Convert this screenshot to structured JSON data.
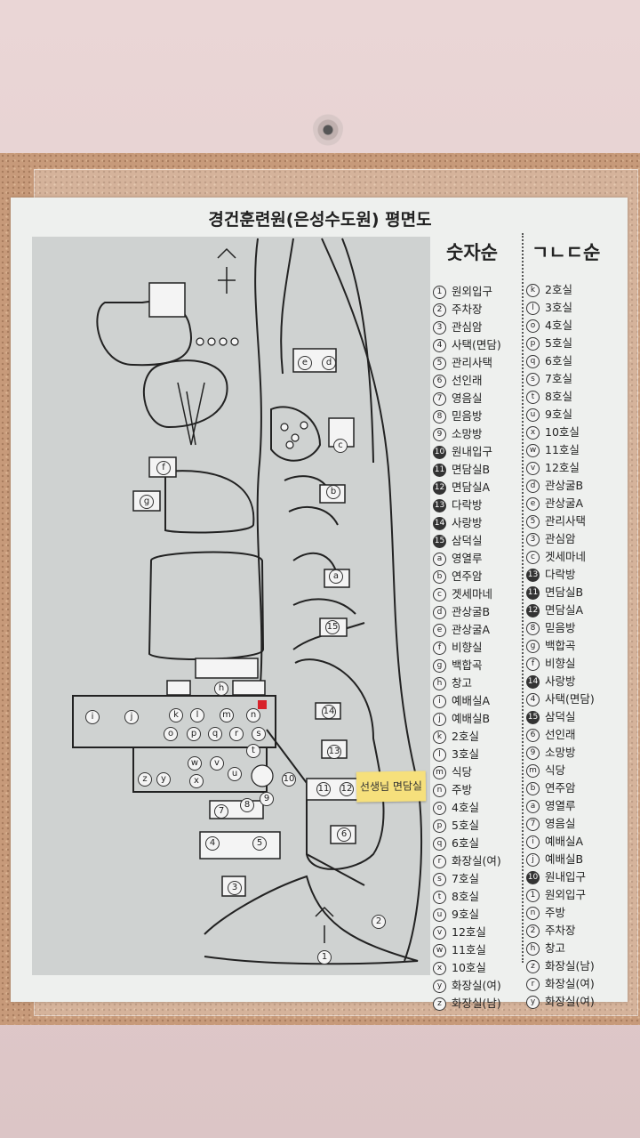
{
  "title": "경건훈련원(은성수도원) 평면도",
  "headers": {
    "numeric": "숫자순",
    "alphabetic": "ㄱㄴㄷ순"
  },
  "sticky_note": "선생님 면담실",
  "numeric_list": [
    {
      "key": "1",
      "label": "원외입구"
    },
    {
      "key": "2",
      "label": "주차장"
    },
    {
      "key": "3",
      "label": "관심암"
    },
    {
      "key": "4",
      "label": "사택(면담)"
    },
    {
      "key": "5",
      "label": "관리사택"
    },
    {
      "key": "6",
      "label": "선인래"
    },
    {
      "key": "7",
      "label": "영음실"
    },
    {
      "key": "8",
      "label": "믿음방"
    },
    {
      "key": "9",
      "label": "소망방"
    },
    {
      "key": "10",
      "label": "원내입구"
    },
    {
      "key": "11",
      "label": "면담실B"
    },
    {
      "key": "12",
      "label": "면담실A"
    },
    {
      "key": "13",
      "label": "다락방"
    },
    {
      "key": "14",
      "label": "사랑방"
    },
    {
      "key": "15",
      "label": "삼덕실"
    },
    {
      "key": "a",
      "label": "영열루"
    },
    {
      "key": "b",
      "label": "연주암"
    },
    {
      "key": "c",
      "label": "겟세마네"
    },
    {
      "key": "d",
      "label": "관상굴B"
    },
    {
      "key": "e",
      "label": "관상굴A"
    },
    {
      "key": "f",
      "label": "비향실"
    },
    {
      "key": "g",
      "label": "백합곡"
    },
    {
      "key": "h",
      "label": "창고"
    },
    {
      "key": "i",
      "label": "예배실A"
    },
    {
      "key": "j",
      "label": "예배실B"
    },
    {
      "key": "k",
      "label": "2호실"
    },
    {
      "key": "l",
      "label": "3호실"
    },
    {
      "key": "m",
      "label": "식당"
    },
    {
      "key": "n",
      "label": "주방"
    },
    {
      "key": "o",
      "label": "4호실"
    },
    {
      "key": "p",
      "label": "5호실"
    },
    {
      "key": "q",
      "label": "6호실"
    },
    {
      "key": "r",
      "label": "화장실(여)"
    },
    {
      "key": "s",
      "label": "7호실"
    },
    {
      "key": "t",
      "label": "8호실"
    },
    {
      "key": "u",
      "label": "9호실"
    },
    {
      "key": "v",
      "label": "12호실"
    },
    {
      "key": "w",
      "label": "11호실"
    },
    {
      "key": "x",
      "label": "10호실"
    },
    {
      "key": "y",
      "label": "화장실(여)"
    },
    {
      "key": "z",
      "label": "화장실(남)"
    }
  ],
  "alpha_list": [
    {
      "key": "k",
      "label": "2호실"
    },
    {
      "key": "l",
      "label": "3호실"
    },
    {
      "key": "o",
      "label": "4호실"
    },
    {
      "key": "p",
      "label": "5호실"
    },
    {
      "key": "q",
      "label": "6호실"
    },
    {
      "key": "s",
      "label": "7호실"
    },
    {
      "key": "t",
      "label": "8호실"
    },
    {
      "key": "u",
      "label": "9호실"
    },
    {
      "key": "x",
      "label": "10호실"
    },
    {
      "key": "w",
      "label": "11호실"
    },
    {
      "key": "v",
      "label": "12호실"
    },
    {
      "key": "d",
      "label": "관상굴B"
    },
    {
      "key": "e",
      "label": "관상굴A"
    },
    {
      "key": "5",
      "label": "관리사택"
    },
    {
      "key": "3",
      "label": "관심암"
    },
    {
      "key": "c",
      "label": "겟세마네"
    },
    {
      "key": "13",
      "label": "다락방"
    },
    {
      "key": "11",
      "label": "면담실B"
    },
    {
      "key": "12",
      "label": "면담실A"
    },
    {
      "key": "8",
      "label": "믿음방"
    },
    {
      "key": "g",
      "label": "백합곡"
    },
    {
      "key": "f",
      "label": "비향실"
    },
    {
      "key": "14",
      "label": "사랑방"
    },
    {
      "key": "4",
      "label": "사택(면담)"
    },
    {
      "key": "15",
      "label": "삼덕실"
    },
    {
      "key": "6",
      "label": "선인래"
    },
    {
      "key": "9",
      "label": "소망방"
    },
    {
      "key": "m",
      "label": "식당"
    },
    {
      "key": "b",
      "label": "연주암"
    },
    {
      "key": "a",
      "label": "영열루"
    },
    {
      "key": "7",
      "label": "영음실"
    },
    {
      "key": "i",
      "label": "예배실A"
    },
    {
      "key": "j",
      "label": "예배실B"
    },
    {
      "key": "10",
      "label": "원내입구"
    },
    {
      "key": "1",
      "label": "원외입구"
    },
    {
      "key": "n",
      "label": "주방"
    },
    {
      "key": "2",
      "label": "주차장"
    },
    {
      "key": "h",
      "label": "창고"
    },
    {
      "key": "z",
      "label": "화장실(남)"
    },
    {
      "key": "r",
      "label": "화장실(여)"
    },
    {
      "key": "y",
      "label": "화장실(여)"
    }
  ],
  "map_markers": [
    "1",
    "2",
    "3",
    "4",
    "5",
    "6",
    "7",
    "8",
    "9",
    "10",
    "11",
    "12",
    "13",
    "14",
    "15",
    "a",
    "b",
    "c",
    "d",
    "e",
    "f",
    "g",
    "h",
    "i",
    "j",
    "k",
    "l",
    "m",
    "n",
    "o",
    "p",
    "q",
    "r",
    "s",
    "t",
    "u",
    "v",
    "w",
    "x",
    "y",
    "z"
  ]
}
